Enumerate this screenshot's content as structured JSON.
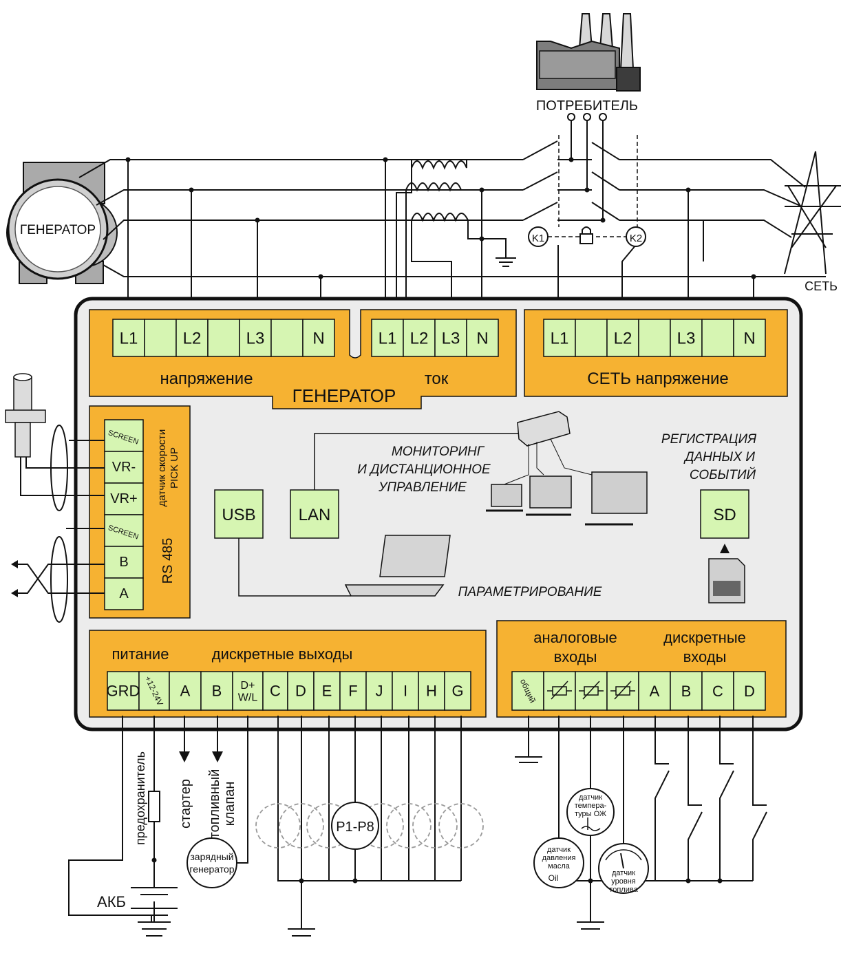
{
  "consumer": "ПОТРЕБИТЕЛЬ",
  "generator": "ГЕНЕРАТОР",
  "grid": "СЕТЬ",
  "contactor_k1": "K1",
  "contactor_k2": "K2",
  "gen_voltage": {
    "terminals": [
      "L1",
      "",
      "L2",
      "",
      "L3",
      "",
      "N"
    ],
    "label": "напряжение"
  },
  "gen_current": {
    "terminals": [
      "L1",
      "L2",
      "L3",
      "N"
    ],
    "label": "ток"
  },
  "gen_block_title": "ГЕНЕРАТОР",
  "mains": {
    "terminals": [
      "L1",
      "",
      "L2",
      "",
      "L3",
      "",
      "N"
    ],
    "label": "СЕТЬ напряжение"
  },
  "pickup": {
    "terminals": [
      "SCREEN",
      "VR-",
      "VR+"
    ],
    "label_line1": "датчик скорости",
    "label_line2": "PICK UP"
  },
  "rs485": {
    "terminals": [
      "SCREEN",
      "B",
      "A"
    ],
    "label": "RS 485"
  },
  "usb": "USB",
  "lan": "LAN",
  "sd": "SD",
  "monitoring": [
    "МОНИТОРИНГ",
    "И ДИСТАНЦИОННОЕ",
    "УПРАВЛЕНИЕ"
  ],
  "registration": [
    "РЕГИСТРАЦИЯ",
    "ДАННЫХ И",
    "СОБЫТИЙ"
  ],
  "parametrization": "ПАРАМЕТРИРОВАНИЕ",
  "outputs": {
    "label_power": "питание",
    "label_discrete": "дискретные  выходы",
    "terminals": [
      "GRD",
      "+12-24V",
      "A",
      "B",
      "D+\nW/L",
      "C",
      "D",
      "E",
      "F",
      "J",
      "I",
      "H",
      "G"
    ]
  },
  "inputs": {
    "label_analog": [
      "аналоговые",
      "входы"
    ],
    "label_discrete": [
      "дискретные",
      "входы"
    ],
    "common": "общий",
    "discrete_terminals": [
      "A",
      "B",
      "C",
      "D"
    ]
  },
  "fuse": "предохранитель",
  "starter": "стартер",
  "fuel_valve": [
    "топливный",
    "клапан"
  ],
  "battery": "АКБ",
  "charge_gen": [
    "зарядный",
    "генератор"
  ],
  "relays": "P1-P8",
  "temp_sensor": [
    "датчик",
    "темпера-",
    "туры ОЖ"
  ],
  "oil_sensor": [
    "датчик",
    "давления",
    "масла"
  ],
  "oil_icon": "Oil",
  "fuel_sensor": [
    "датчик",
    "уровня",
    "топлива"
  ],
  "colors": {
    "panel": "#f6b232",
    "terminal": "#d6f5b2",
    "housing": "#ececec",
    "line": "#111111"
  }
}
